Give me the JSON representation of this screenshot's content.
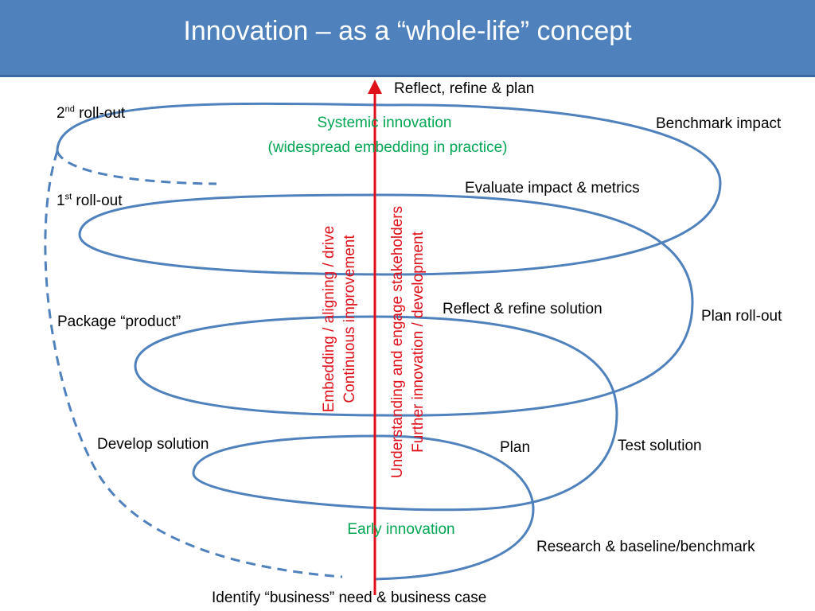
{
  "title": "Innovation – as a “whole-life” concept",
  "colors": {
    "header": "#4f81bd",
    "spiral": "#4f81bd",
    "arrow": "#e0101a",
    "green_text": "#00a651"
  },
  "labels": {
    "reflect_refine_plan": "Reflect, refine & plan",
    "second_rollout_num": "2",
    "second_rollout_sup": "nd",
    "second_rollout_text": " roll-out",
    "benchmark_impact": "Benchmark impact",
    "first_rollout_num": "1",
    "first_rollout_sup": "st",
    "first_rollout_text": " roll-out",
    "evaluate_impact": "Evaluate impact & metrics",
    "package_product": "Package “product”",
    "reflect_refine_solution": "Reflect & refine solution",
    "plan_rollout": "Plan roll-out",
    "develop_solution": "Develop solution",
    "plan": "Plan",
    "test_solution": "Test solution",
    "research_baseline": "Research & baseline/benchmark",
    "identify_need": "Identify “business” need & business case"
  },
  "green_labels": {
    "systemic_line1": "Systemic  innovation",
    "systemic_line2": "(widespread embedding in practice)",
    "early_innovation": "Early  innovation"
  },
  "vertical_text": {
    "left_line1": "Embedding / aligning  / drive",
    "left_line2": "Continuous improvement",
    "right_line1": "Understanding and engage stakeholders",
    "right_line2": "Further innovation / development"
  }
}
